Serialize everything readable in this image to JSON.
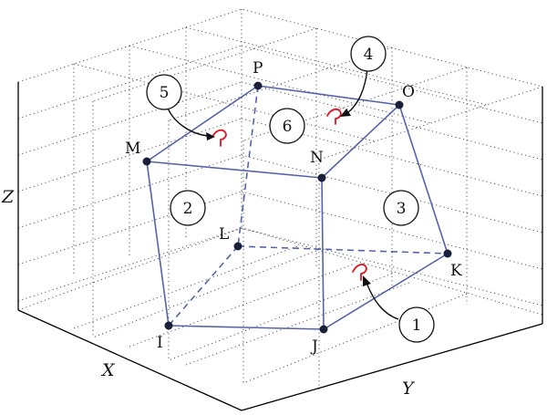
{
  "axes": {
    "x_label": "X",
    "y_label": "Y",
    "z_label": "Z"
  },
  "vertices": [
    {
      "id": "P",
      "label": "P"
    },
    {
      "id": "O",
      "label": "O"
    },
    {
      "id": "M",
      "label": "M"
    },
    {
      "id": "N",
      "label": "N"
    },
    {
      "id": "L",
      "label": "L"
    },
    {
      "id": "K",
      "label": "K"
    },
    {
      "id": "I",
      "label": "I"
    },
    {
      "id": "J",
      "label": "J"
    }
  ],
  "faces": [
    {
      "number": "1"
    },
    {
      "number": "2"
    },
    {
      "number": "3"
    },
    {
      "number": "4"
    },
    {
      "number": "5"
    },
    {
      "number": "6"
    }
  ],
  "colors": {
    "edge": "#5563a8",
    "vertex": "#1a1f3a",
    "marker": "#e0141e"
  }
}
